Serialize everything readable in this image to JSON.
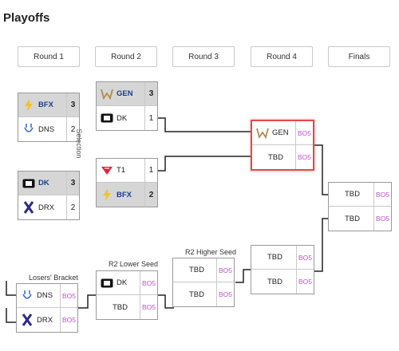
{
  "page": {
    "title": "Playoffs"
  },
  "rounds": [
    "Round 1",
    "Round 2",
    "Round 3",
    "Round 4",
    "Finals"
  ],
  "labels": {
    "selection": "Selection",
    "losers_bracket": "Losers' Bracket",
    "r2_lower_seed": "R2 Lower Seed",
    "r2_higher_seed": "R2 Higher Seed"
  },
  "matches": {
    "r1_upper": {
      "team1": {
        "name": "BFX",
        "score": "3",
        "logo": "bfx-lightning-logo"
      },
      "team2": {
        "name": "DNS",
        "score": "2",
        "logo": "dns-logo"
      }
    },
    "r2_upper": {
      "team1": {
        "name": "GEN",
        "score": "3",
        "logo": "gen-logo"
      },
      "team2": {
        "name": "DK",
        "score": "1",
        "logo": "dk-logo"
      }
    },
    "r1_lower": {
      "team1": {
        "name": "DK",
        "score": "3",
        "logo": "dk-logo"
      },
      "team2": {
        "name": "DRX",
        "score": "2",
        "logo": "drx-logo"
      }
    },
    "r2_lower": {
      "team1": {
        "name": "T1",
        "score": "1",
        "logo": "t1-logo"
      },
      "team2": {
        "name": "BFX",
        "score": "2",
        "logo": "bfx-lightning-logo"
      }
    },
    "r4_upper": {
      "team1": {
        "name": "GEN",
        "bo": "BO5",
        "logo": "gen-logo"
      },
      "team2": {
        "name": "TBD",
        "bo": "BO5"
      }
    },
    "finals": {
      "team1": {
        "name": "TBD",
        "bo": "BO5"
      },
      "team2": {
        "name": "TBD",
        "bo": "BO5"
      }
    },
    "losers_r1": {
      "team1": {
        "name": "DNS",
        "bo": "BO5",
        "logo": "dns-logo"
      },
      "team2": {
        "name": "DRX",
        "bo": "BO5",
        "logo": "drx-logo"
      }
    },
    "losers_r2": {
      "team1": {
        "name": "DK",
        "bo": "BO5",
        "logo": "dk-logo"
      },
      "team2": {
        "name": "TBD",
        "bo": "BO5"
      }
    },
    "losers_r3": {
      "team1": {
        "name": "TBD",
        "bo": "BO5"
      },
      "team2": {
        "name": "TBD",
        "bo": "BO5"
      }
    },
    "losers_r4": {
      "team1": {
        "name": "TBD",
        "bo": "BO5"
      },
      "team2": {
        "name": "TBD",
        "bo": "BO5"
      }
    }
  },
  "colors": {
    "highlight": "#e34b4b",
    "bo": "#c44fd2",
    "winner_bg": "#d6d6d6",
    "winner_text": "#1a3f8c"
  }
}
